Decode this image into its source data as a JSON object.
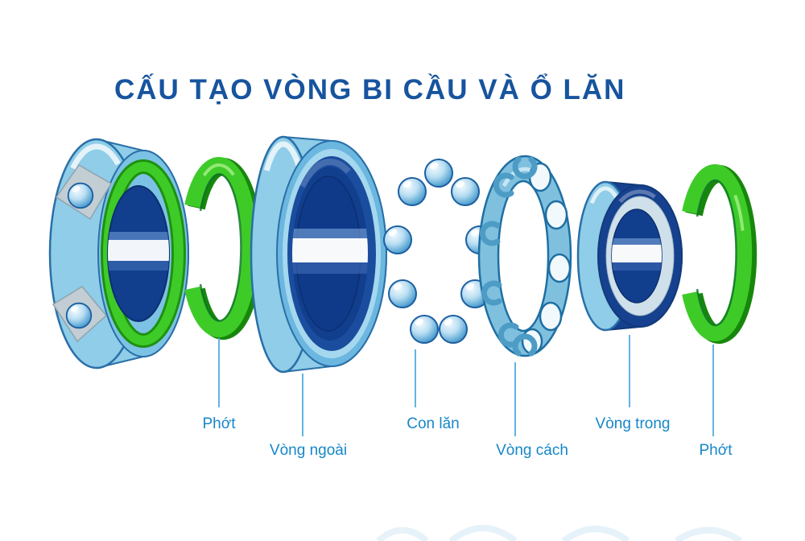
{
  "title": "CẤU TẠO VÒNG BI CẦU VÀ Ổ LĂN",
  "labels": [
    {
      "id": "seal-left",
      "text": "Phớt"
    },
    {
      "id": "outer-ring",
      "text": "Vòng ngoài"
    },
    {
      "id": "rollers",
      "text": "Con lăn"
    },
    {
      "id": "cage",
      "text": "Vòng cách"
    },
    {
      "id": "inner-ring",
      "text": "Vòng trong"
    },
    {
      "id": "seal-right",
      "text": "Phớt"
    }
  ],
  "colors": {
    "title": "#17549e",
    "label": "#1787c8",
    "leader": "#62b4e2",
    "seal-green": "#3ecb28",
    "bearing-blue-light": "#8fcde8",
    "bearing-blue-mid": "#6bb7e0",
    "bearing-navy": "#123e8e",
    "cage-blue": "#7fc0de"
  }
}
